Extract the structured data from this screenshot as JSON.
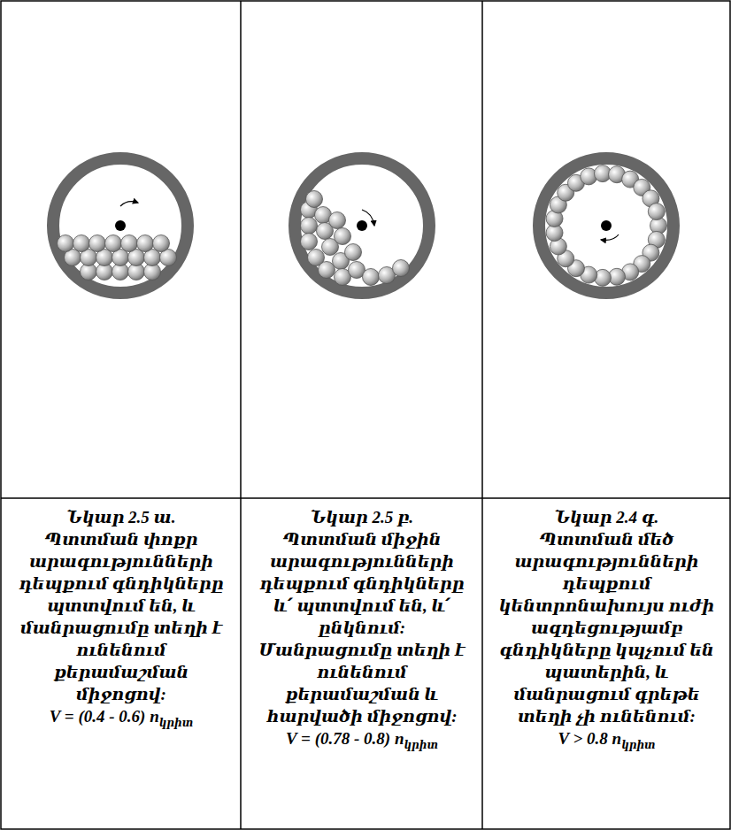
{
  "diagram": {
    "nodes": [
      {
        "text": [
          "Նկար 2.5 ա.",
          "Պտտման փոքր արագությունների դեպքում գնդիկները պտտվում են, և մանրացումը տեղի է ունենում քերամաշման միջոցով:",
          "V = (0.4 - 0.6) n",
          "կրիտ"
        ]
      },
      {
        "text": [
          "Նկար 2.5 բ.",
          "Պտտման միջին արագությունների դեպքում գնդիկները և՛ պտտվում են, և՛ ընկնում: Մանրացումը տեղի է ունենում քերամաշման և հարվածի միջոցով:",
          "V = (0.78 - 0.8) n",
          "կրիտ"
        ]
      },
      {
        "text": [
          "Նկար 2.4 գ.",
          "Պտտման մեծ արագությունների դեպքում կենտրոնախույս ուժի ազդեցությամբ գնդիկները կպչում են պատերին, և մանրացում գրեթե տեղի չի ունենում:",
          "V > 0.8 n",
          "կրիտ"
        ]
      }
    ]
  }
}
